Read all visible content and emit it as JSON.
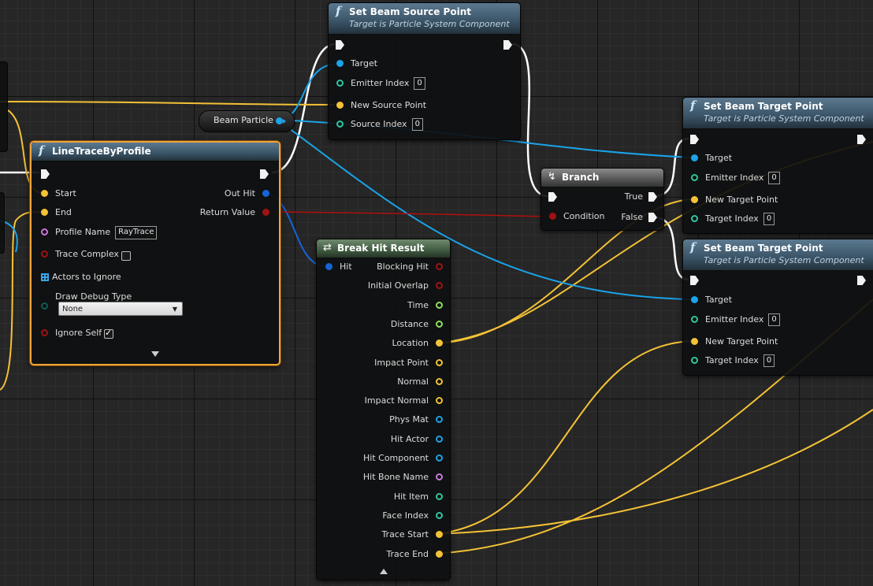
{
  "canvas": {
    "grid": true
  },
  "colors": {
    "exec": "#f2f2f2",
    "vector": "#f4c236",
    "struct_hit": "#1565d8",
    "object": "#1aa3e8",
    "int": "#2ec7a0",
    "bool": "#a01212",
    "name": "#c779d8",
    "float": "#8ee05a",
    "selection": "#f0a43a",
    "wire_exec": "#ffffff",
    "wire_bool": "#c21010"
  },
  "nodes": {
    "set_source": {
      "title": "Set Beam Source Point",
      "subtitle": "Target is Particle System Component",
      "icon": "function-icon",
      "pins": {
        "target": "Target",
        "emitter_index": "Emitter Index",
        "emitter_index_value": "0",
        "new_source_point": "New Source Point",
        "source_index": "Source Index",
        "source_index_value": "0"
      }
    },
    "set_target_1": {
      "title": "Set Beam Target Point",
      "subtitle": "Target is Particle System Component",
      "icon": "function-icon",
      "pins": {
        "target": "Target",
        "emitter_index": "Emitter Index",
        "emitter_index_value": "0",
        "new_target_point": "New Target Point",
        "target_index": "Target Index",
        "target_index_value": "0"
      }
    },
    "set_target_2": {
      "title": "Set Beam Target Point",
      "subtitle": "Target is Particle System Component",
      "icon": "function-icon",
      "pins": {
        "target": "Target",
        "emitter_index": "Emitter Index",
        "emitter_index_value": "0",
        "new_target_point": "New Target Point",
        "target_index": "Target Index",
        "target_index_value": "0"
      }
    },
    "line_trace": {
      "title": "LineTraceByProfile",
      "icon": "function-icon",
      "pins": {
        "start": "Start",
        "end": "End",
        "profile_name": "Profile Name",
        "profile_name_value": "RayTrace",
        "trace_complex": "Trace Complex",
        "trace_complex_checked": false,
        "actors_to_ignore": "Actors to Ignore",
        "draw_debug_type": "Draw Debug Type",
        "draw_debug_value": "None",
        "ignore_self": "Ignore Self",
        "ignore_self_checked": true,
        "out_hit": "Out Hit",
        "return_value": "Return Value"
      }
    },
    "beam_particle": {
      "label": "Beam Particle"
    },
    "branch": {
      "title": "Branch",
      "icon": "branch-icon",
      "pins": {
        "condition": "Condition",
        "true": "True",
        "false": "False"
      }
    },
    "break_hit": {
      "title": "Break Hit Result",
      "icon": "break-struct-icon",
      "pins": {
        "hit": "Hit",
        "outputs": [
          {
            "label": "Blocking Hit",
            "type": "bool"
          },
          {
            "label": "Initial Overlap",
            "type": "bool"
          },
          {
            "label": "Time",
            "type": "float"
          },
          {
            "label": "Distance",
            "type": "float"
          },
          {
            "label": "Location",
            "type": "vector_connected"
          },
          {
            "label": "Impact Point",
            "type": "vector"
          },
          {
            "label": "Normal",
            "type": "vector"
          },
          {
            "label": "Impact Normal",
            "type": "vector"
          },
          {
            "label": "Phys Mat",
            "type": "object"
          },
          {
            "label": "Hit Actor",
            "type": "object"
          },
          {
            "label": "Hit Component",
            "type": "object"
          },
          {
            "label": "Hit Bone Name",
            "type": "name"
          },
          {
            "label": "Hit Item",
            "type": "int"
          },
          {
            "label": "Face Index",
            "type": "int"
          },
          {
            "label": "Trace Start",
            "type": "vector_connected"
          },
          {
            "label": "Trace End",
            "type": "vector_connected"
          }
        ]
      }
    }
  }
}
